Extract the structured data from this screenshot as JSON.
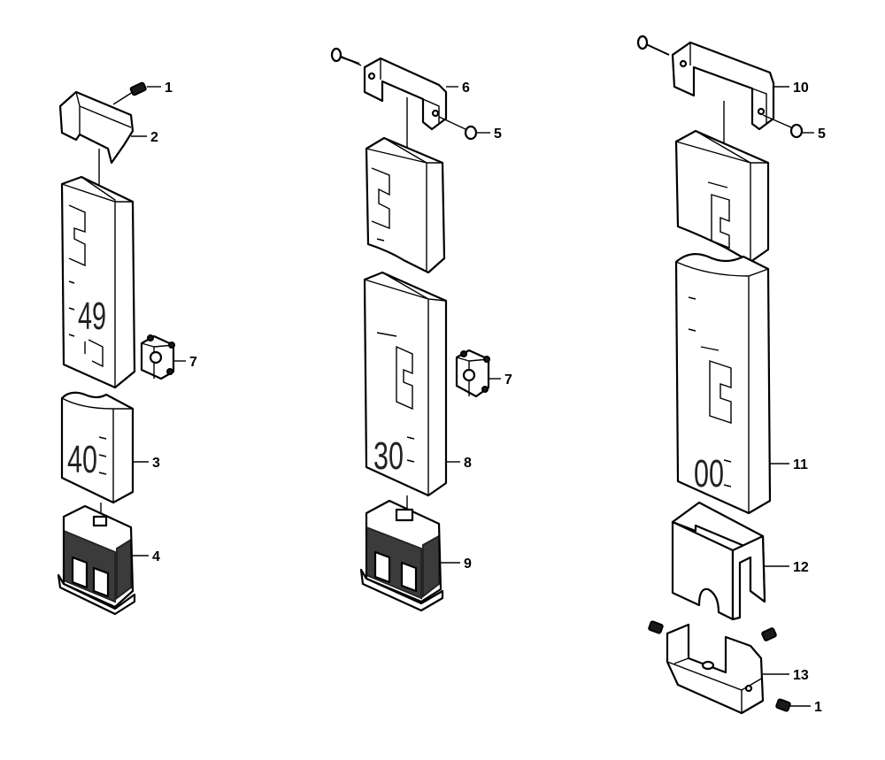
{
  "diagram": {
    "callouts": [
      {
        "id": "c1a",
        "label": "1"
      },
      {
        "id": "c2",
        "label": "2"
      },
      {
        "id": "c7a",
        "label": "7"
      },
      {
        "id": "c3",
        "label": "3"
      },
      {
        "id": "c4",
        "label": "4"
      },
      {
        "id": "c6",
        "label": "6"
      },
      {
        "id": "c5a",
        "label": "5"
      },
      {
        "id": "c7b",
        "label": "7"
      },
      {
        "id": "c8",
        "label": "8"
      },
      {
        "id": "c9",
        "label": "9"
      },
      {
        "id": "c10",
        "label": "10"
      },
      {
        "id": "c5b",
        "label": "5"
      },
      {
        "id": "c11",
        "label": "11"
      },
      {
        "id": "c12",
        "label": "12"
      },
      {
        "id": "c13",
        "label": "13"
      },
      {
        "id": "c1b",
        "label": "1"
      }
    ],
    "staff_markings": {
      "m49": "49",
      "m40": "40",
      "m30": "30",
      "m00": "00"
    }
  }
}
